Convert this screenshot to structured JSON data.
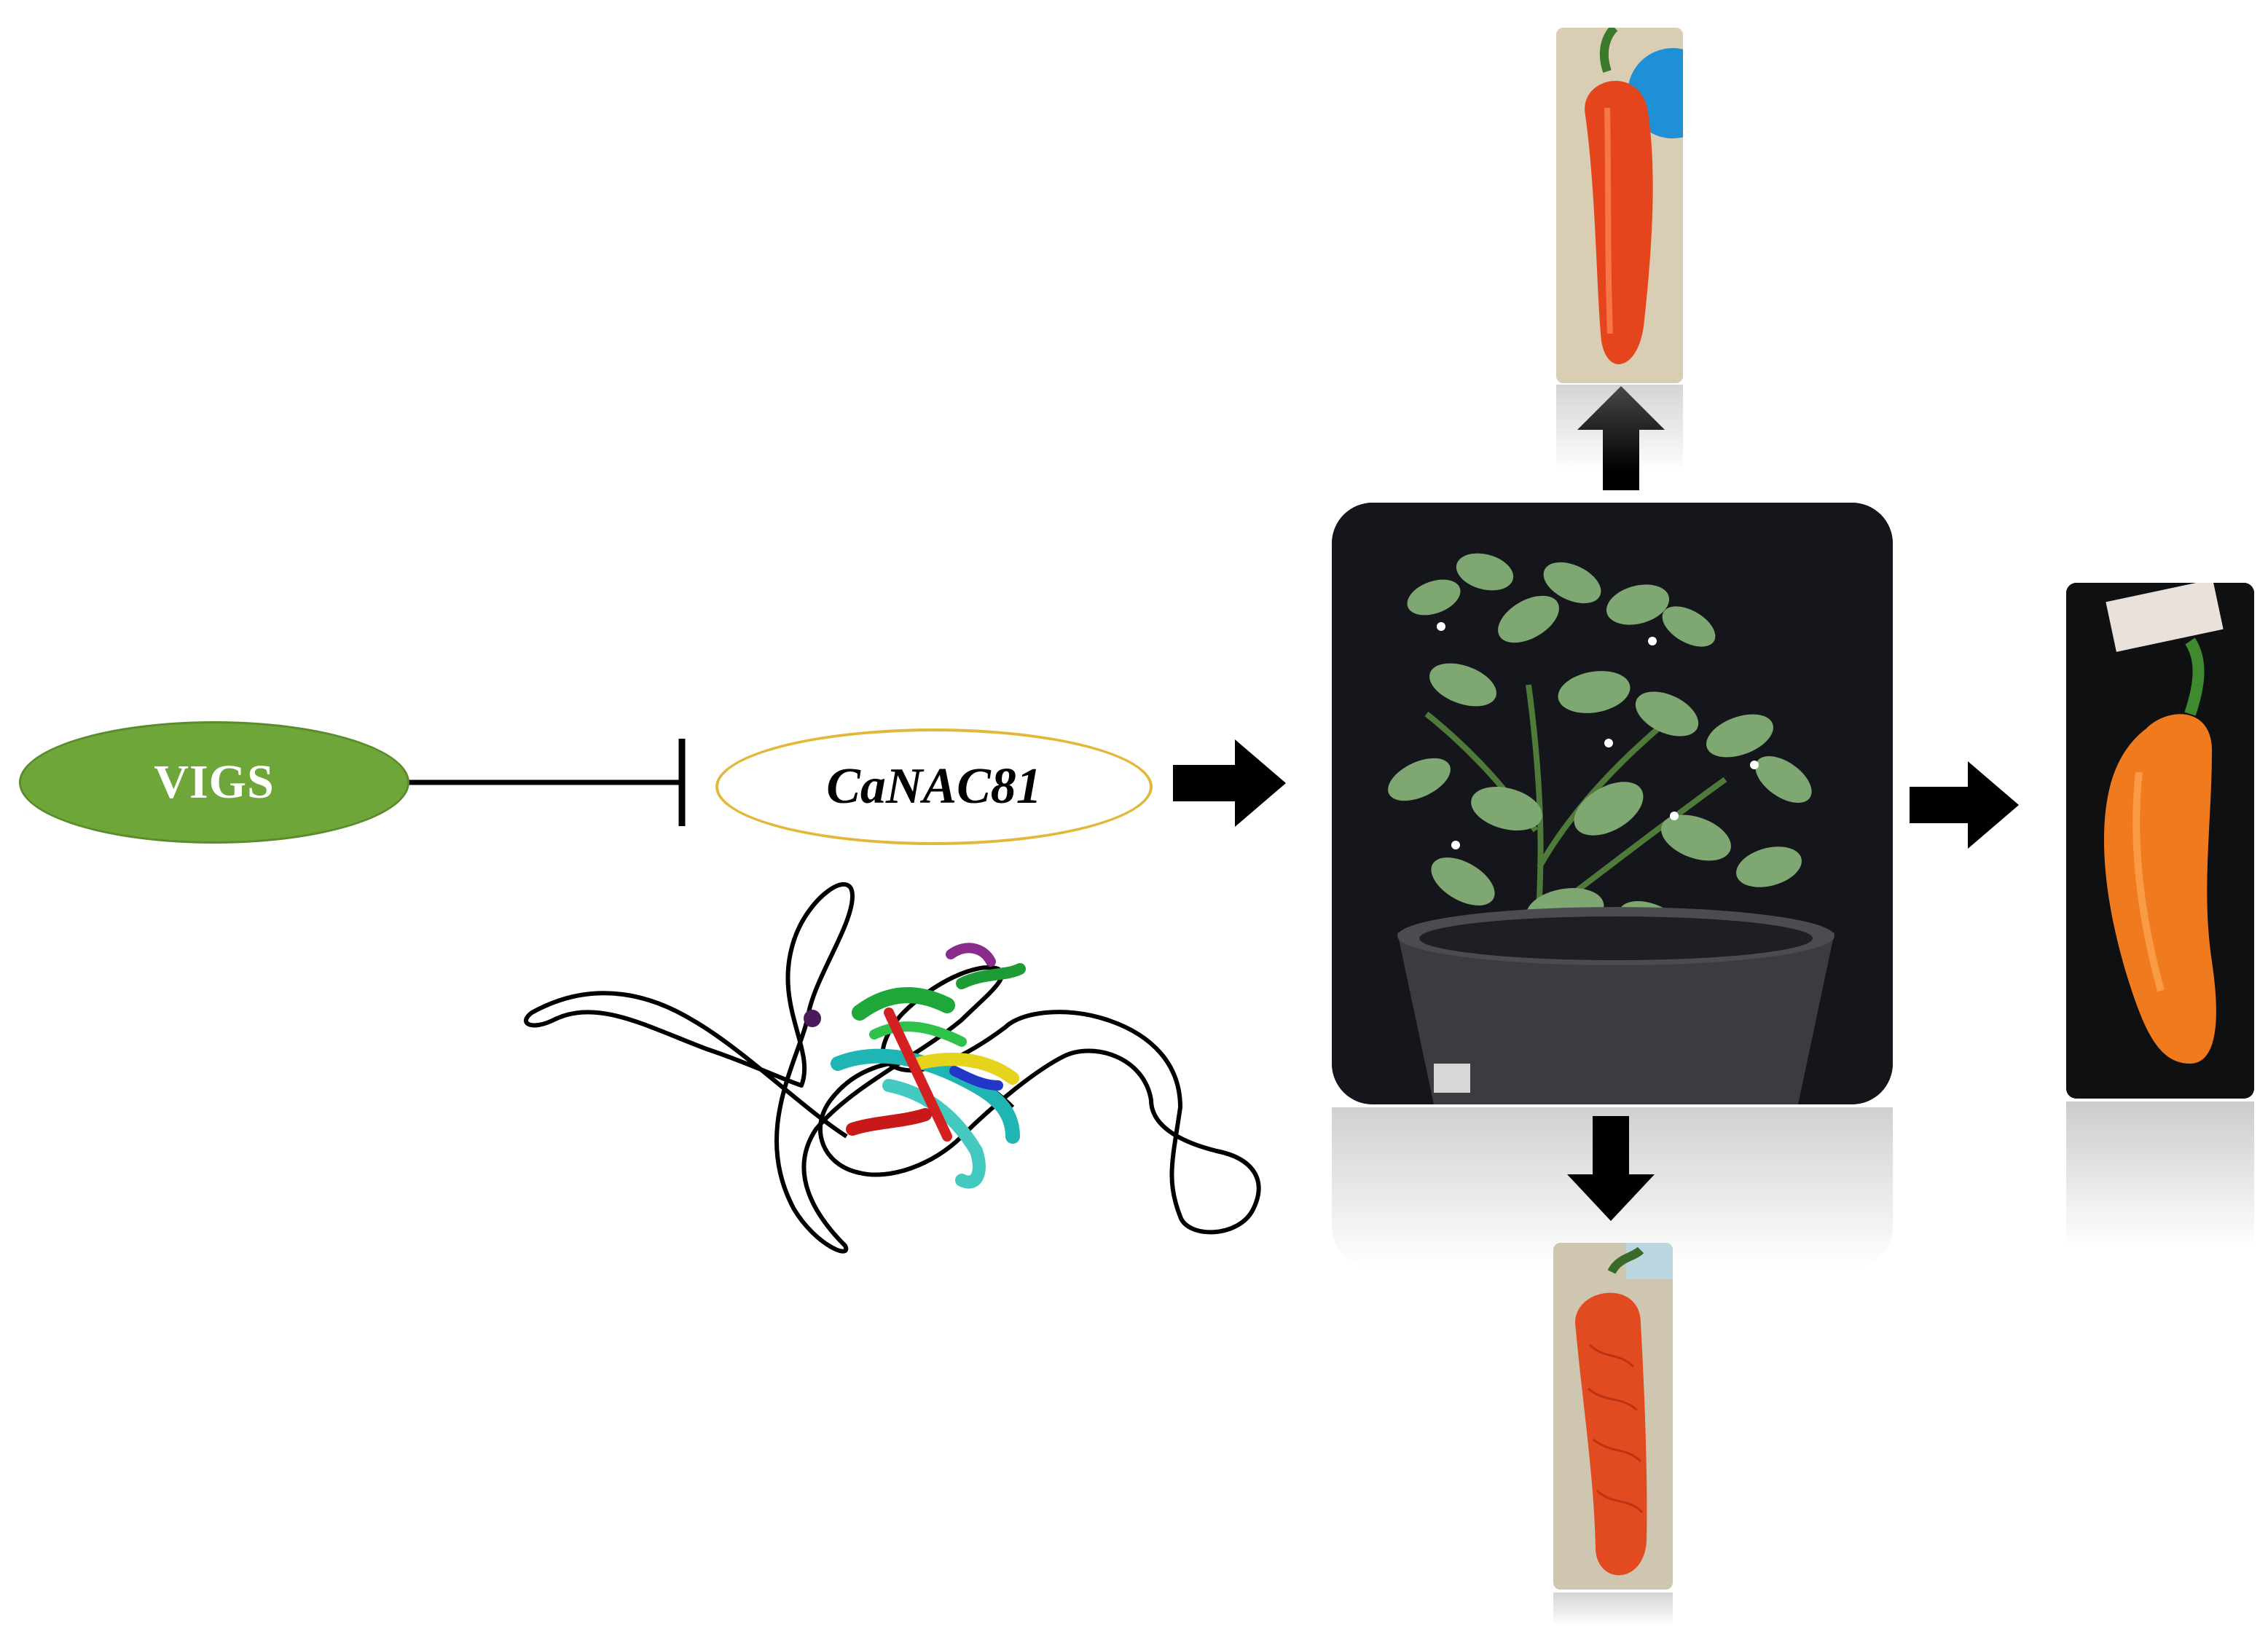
{
  "nodes": {
    "vigs": {
      "label": "VIGS",
      "fill": "#6ea63a"
    },
    "gene": {
      "label": "CaNAC81",
      "outline": "#e3b73a"
    }
  },
  "colors": {
    "arrow": "#000000",
    "inhibition_line": "#000000"
  },
  "images": {
    "protein_structure": "protein-ribbon-structure",
    "plant": "pepper-plant-in-pot",
    "fruit_top": "red-pepper-fruit",
    "fruit_bottom": "wrinkled-red-pepper-fruit",
    "fruit_right": "orange-pepper-fruit"
  }
}
